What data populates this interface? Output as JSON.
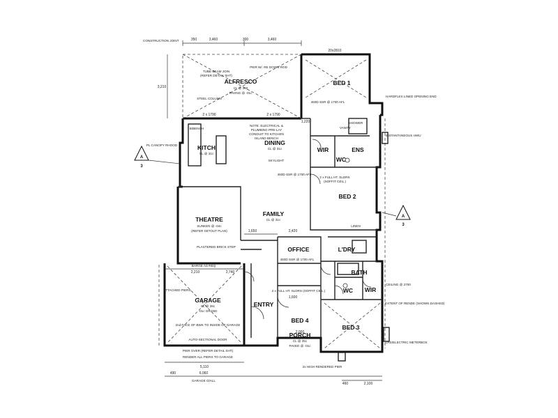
{
  "rooms": {
    "alfresco": "ALFRESCO",
    "bed1": "BED 1",
    "kitchen": "KITCH",
    "dining": "DINING",
    "wir1": "WIR",
    "ens": "ENS",
    "wc1": "WC",
    "bed2": "BED 2",
    "theatre": "THEATRE",
    "family": "FAMILY",
    "office": "OFFICE",
    "laundry": "L'DRY",
    "bath": "BATH",
    "wc2": "WC",
    "wir2": "WIR",
    "garage": "GARAGE",
    "entry": "ENTRY",
    "bed4": "BED 4",
    "bed3": "BED 3",
    "porch": "PORCH"
  },
  "room_notes": {
    "alfresco_level": "CL @ 260",
    "alfresco_paving": "PAVING @ -01c",
    "kitchen_level": "CL @ 31c",
    "dining_level": "CL @ 31c",
    "theatre_1": "SUNKEN @ -04c",
    "theatre_2": "(REFER SETOUT PLAN)",
    "family_level": "CL @ 31c",
    "garage_level": "CL @ 28c",
    "garage_grand": "-01c GRAND",
    "porch_level": "CL @ 25c",
    "porch_paved": "PAVED @ -01c"
  },
  "notes": {
    "constr_joint": "CONSTRUCTION JOINT",
    "tube_beam": "TUBE BEAM JOIN",
    "pier_rod": "PIER W/. RE DOWN ROD",
    "pier_detail": "(REFER DETAIL SHT)",
    "steel_col": "STEEL COLUMN",
    "plumb_note_1": "NOTE: ELECTRICAL &",
    "plumb_note_2": "PLUMBING PRE-LAY",
    "plumb_note_3": "CONDUIT TO KITCHEN",
    "plumb_note_4": "ISLAND BENCH",
    "canopy": "PL CANOPY RHOOD",
    "bench": "B/BENCH",
    "bulkhead": "2 x FULL HT. SLDRS",
    "soffit": "(SOFFIT CEIL.)",
    "setout": "(REFER SETOUT PLAN)",
    "plastered": "PLASTERED BRICK STEP",
    "attached_piers": "ATTACHED PIERS",
    "face_brick": "2nd FACE OF BWK TO INSIDE OF GARAGE",
    "auto_door": "AUTO-SECTIONAL DOOR",
    "pier_over": "PIER OVER (REFER DETAIL SHT)",
    "render_piers": "RENDER ALL PIERS TO GARAGE",
    "hws": "INSTANTANEOUS HWU",
    "hardplug": "HARDFLEX LINED OPENING END",
    "meter_box": "GAS/ELECTRIC METERBOX",
    "render_note": "EXTENT OF RENDE (SHOWN DASHED)",
    "fl_hi": "2x HIGH RENDERED PIER",
    "garage_wall": "GARAGE O/ALL",
    "barge": "BARGE AS REQ",
    "bed1_door": "450D SSR @ 1700 AFL",
    "dining_door": "450D SSR @ 1700 AFL",
    "office_door": "450D SSR @ 1700 AFL",
    "bed4_sliders": "2 x FULL HT. SLDRS (SOFFIT CEIL.)",
    "skylight": "SKYLIGHT",
    "linen": "LINEN",
    "vanity": "VANITY",
    "shower": "SHOWER",
    "ceiling": "CEILING @ 2700"
  },
  "dims": {
    "top1": "350",
    "top2": "3,460",
    "top3": "300",
    "top4": "3,460",
    "left1": "3,210",
    "side1": "1,220",
    "opening1": "1,650",
    "opening2": "2,420",
    "office_w": "1,600",
    "garage_w": "2,210",
    "garage_w2": "2,740",
    "bot1": "5,110",
    "bot2": "6,060",
    "bot3": "460",
    "bot4": "2,100",
    "porch_w": "2,000",
    "bot_left": "490",
    "win1": "20x2810",
    "win2": "2 x 1790",
    "win3": "2 x 1790"
  },
  "section_marks": {
    "a_left": "A",
    "a_left_sheet": "3",
    "a_right": "A",
    "a_right_sheet": "3"
  }
}
